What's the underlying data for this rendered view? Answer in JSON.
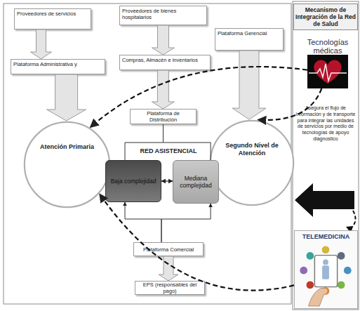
{
  "diagram": {
    "nodes": [
      {
        "text": [
          "Proveedores de servicios"
        ]
      },
      {
        "text": [
          "Proveedores de bienes hospitalarios"
        ]
      },
      {
        "text": [
          "Plataforma Gerencial"
        ]
      },
      {
        "text": [
          "Plataforma Administrativa y"
        ]
      },
      {
        "text": [
          "Compras, Almacén e inventarios"
        ]
      },
      {
        "text": [
          "Plataforma de Distribución"
        ]
      },
      {
        "text": [
          "Atención Primaria"
        ]
      },
      {
        "text": [
          "Baja complejidad"
        ]
      },
      {
        "text": [
          "Mediana complejidad"
        ]
      },
      {
        "text": [
          "Segundo Nivel de Atención"
        ]
      },
      {
        "text": [
          "Plataforma Comercial"
        ]
      },
      {
        "text": [
          "EPS (responsables del pago)"
        ]
      },
      {
        "text": [
          "Mecanismo de Integración de la Red de Salud"
        ]
      },
      {
        "text": [
          "Tecnologías médicas"
        ]
      },
      {
        "text": [
          "TELEMEDICINA"
        ]
      }
    ],
    "edges": [
      {
        "from": 0,
        "to": 3,
        "arrow": "to"
      },
      {
        "from": 1,
        "to": 4,
        "arrow": "to"
      },
      {
        "from": 4,
        "to": 5,
        "arrow": "to"
      },
      {
        "from": 3,
        "to": 6,
        "arrow": "to"
      },
      {
        "from": 2,
        "to": 9,
        "arrow": "to"
      },
      {
        "from": 7,
        "to": 8,
        "arrow": "both"
      },
      {
        "from": 5,
        "to": 7,
        "arrow": "none"
      },
      {
        "from": 5,
        "to": 8,
        "arrow": "none"
      },
      {
        "from": 10,
        "to": 7,
        "arrow": "to"
      },
      {
        "from": 10,
        "to": 8,
        "arrow": "to"
      },
      {
        "from": 10,
        "to": 11,
        "arrow": "to"
      },
      {
        "from": 13,
        "to": 6,
        "arrow": "to"
      },
      {
        "from": 13,
        "to": 9,
        "arrow": "to"
      },
      {
        "from": 14,
        "to": 6,
        "arrow": "to"
      }
    ],
    "labels": [
      "RED ASISTENCIAL",
      "Asegura el flujo de información y de transporte para integrar las unidades de servicios por medio de tecnologías de apoyo diagnostico"
    ]
  }
}
